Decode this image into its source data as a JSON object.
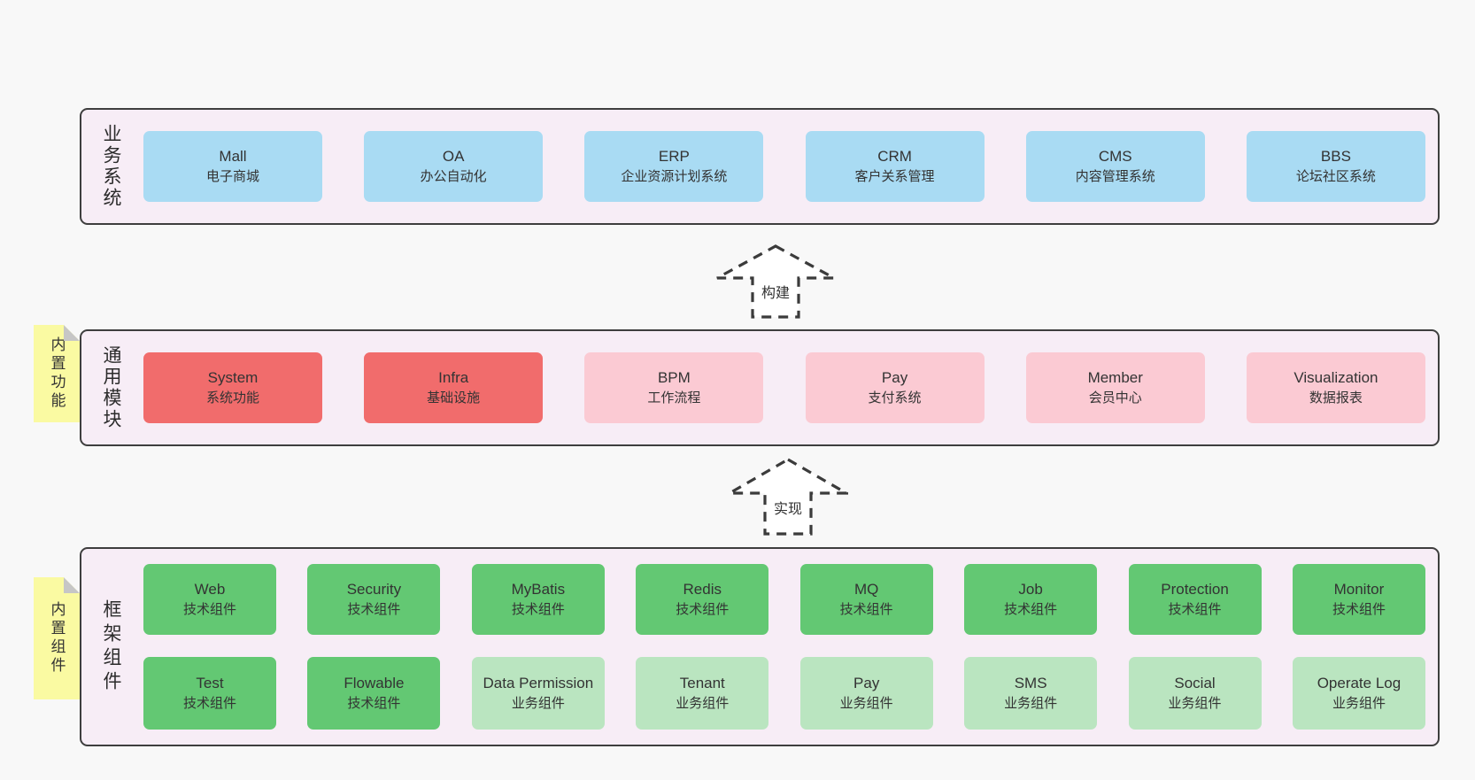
{
  "colors": {
    "page-bg": "#f8f8f8",
    "container-bg": "#f7edf6",
    "container-border": "#3e3e3e",
    "blue": "#a9dbf3",
    "red": "#f16c6c",
    "pink": "#fbcad3",
    "green": "#63c873",
    "light-green": "#bae5c0",
    "sticky-yellow": "#fafaa2",
    "text": "#333333"
  },
  "stickies": {
    "features": "内置功能",
    "components": "内置组件"
  },
  "arrows": {
    "build": "构建",
    "implement": "实现"
  },
  "layers": {
    "business": {
      "label": "业务系统",
      "items": [
        {
          "en": "Mall",
          "cn": "电子商城",
          "variant": "blue"
        },
        {
          "en": "OA",
          "cn": "办公自动化",
          "variant": "blue"
        },
        {
          "en": "ERP",
          "cn": "企业资源计划系统",
          "variant": "blue"
        },
        {
          "en": "CRM",
          "cn": "客户关系管理",
          "variant": "blue"
        },
        {
          "en": "CMS",
          "cn": "内容管理系统",
          "variant": "blue"
        },
        {
          "en": "BBS",
          "cn": "论坛社区系统",
          "variant": "blue"
        }
      ]
    },
    "modules": {
      "label": "通用模块",
      "items": [
        {
          "en": "System",
          "cn": "系统功能",
          "variant": "red"
        },
        {
          "en": "Infra",
          "cn": "基础设施",
          "variant": "red"
        },
        {
          "en": "BPM",
          "cn": "工作流程",
          "variant": "pink"
        },
        {
          "en": "Pay",
          "cn": "支付系统",
          "variant": "pink"
        },
        {
          "en": "Member",
          "cn": "会员中心",
          "variant": "pink"
        },
        {
          "en": "Visualization",
          "cn": "数据报表",
          "variant": "pink"
        }
      ]
    },
    "components": {
      "label": "框架组件",
      "rows": [
        [
          {
            "en": "Web",
            "cn": "技术组件",
            "variant": "green"
          },
          {
            "en": "Security",
            "cn": "技术组件",
            "variant": "green"
          },
          {
            "en": "MyBatis",
            "cn": "技术组件",
            "variant": "green"
          },
          {
            "en": "Redis",
            "cn": "技术组件",
            "variant": "green"
          },
          {
            "en": "MQ",
            "cn": "技术组件",
            "variant": "green"
          },
          {
            "en": "Job",
            "cn": "技术组件",
            "variant": "green"
          },
          {
            "en": "Protection",
            "cn": "技术组件",
            "variant": "green"
          },
          {
            "en": "Monitor",
            "cn": "技术组件",
            "variant": "green"
          }
        ],
        [
          {
            "en": "Test",
            "cn": "技术组件",
            "variant": "green"
          },
          {
            "en": "Flowable",
            "cn": "技术组件",
            "variant": "green"
          },
          {
            "en": "Data Permission",
            "cn": "业务组件",
            "variant": "light-green"
          },
          {
            "en": "Tenant",
            "cn": "业务组件",
            "variant": "light-green"
          },
          {
            "en": "Pay",
            "cn": "业务组件",
            "variant": "light-green"
          },
          {
            "en": "SMS",
            "cn": "业务组件",
            "variant": "light-green"
          },
          {
            "en": "Social",
            "cn": "业务组件",
            "variant": "light-green"
          },
          {
            "en": "Operate Log",
            "cn": "业务组件",
            "variant": "light-green"
          }
        ]
      ]
    }
  }
}
